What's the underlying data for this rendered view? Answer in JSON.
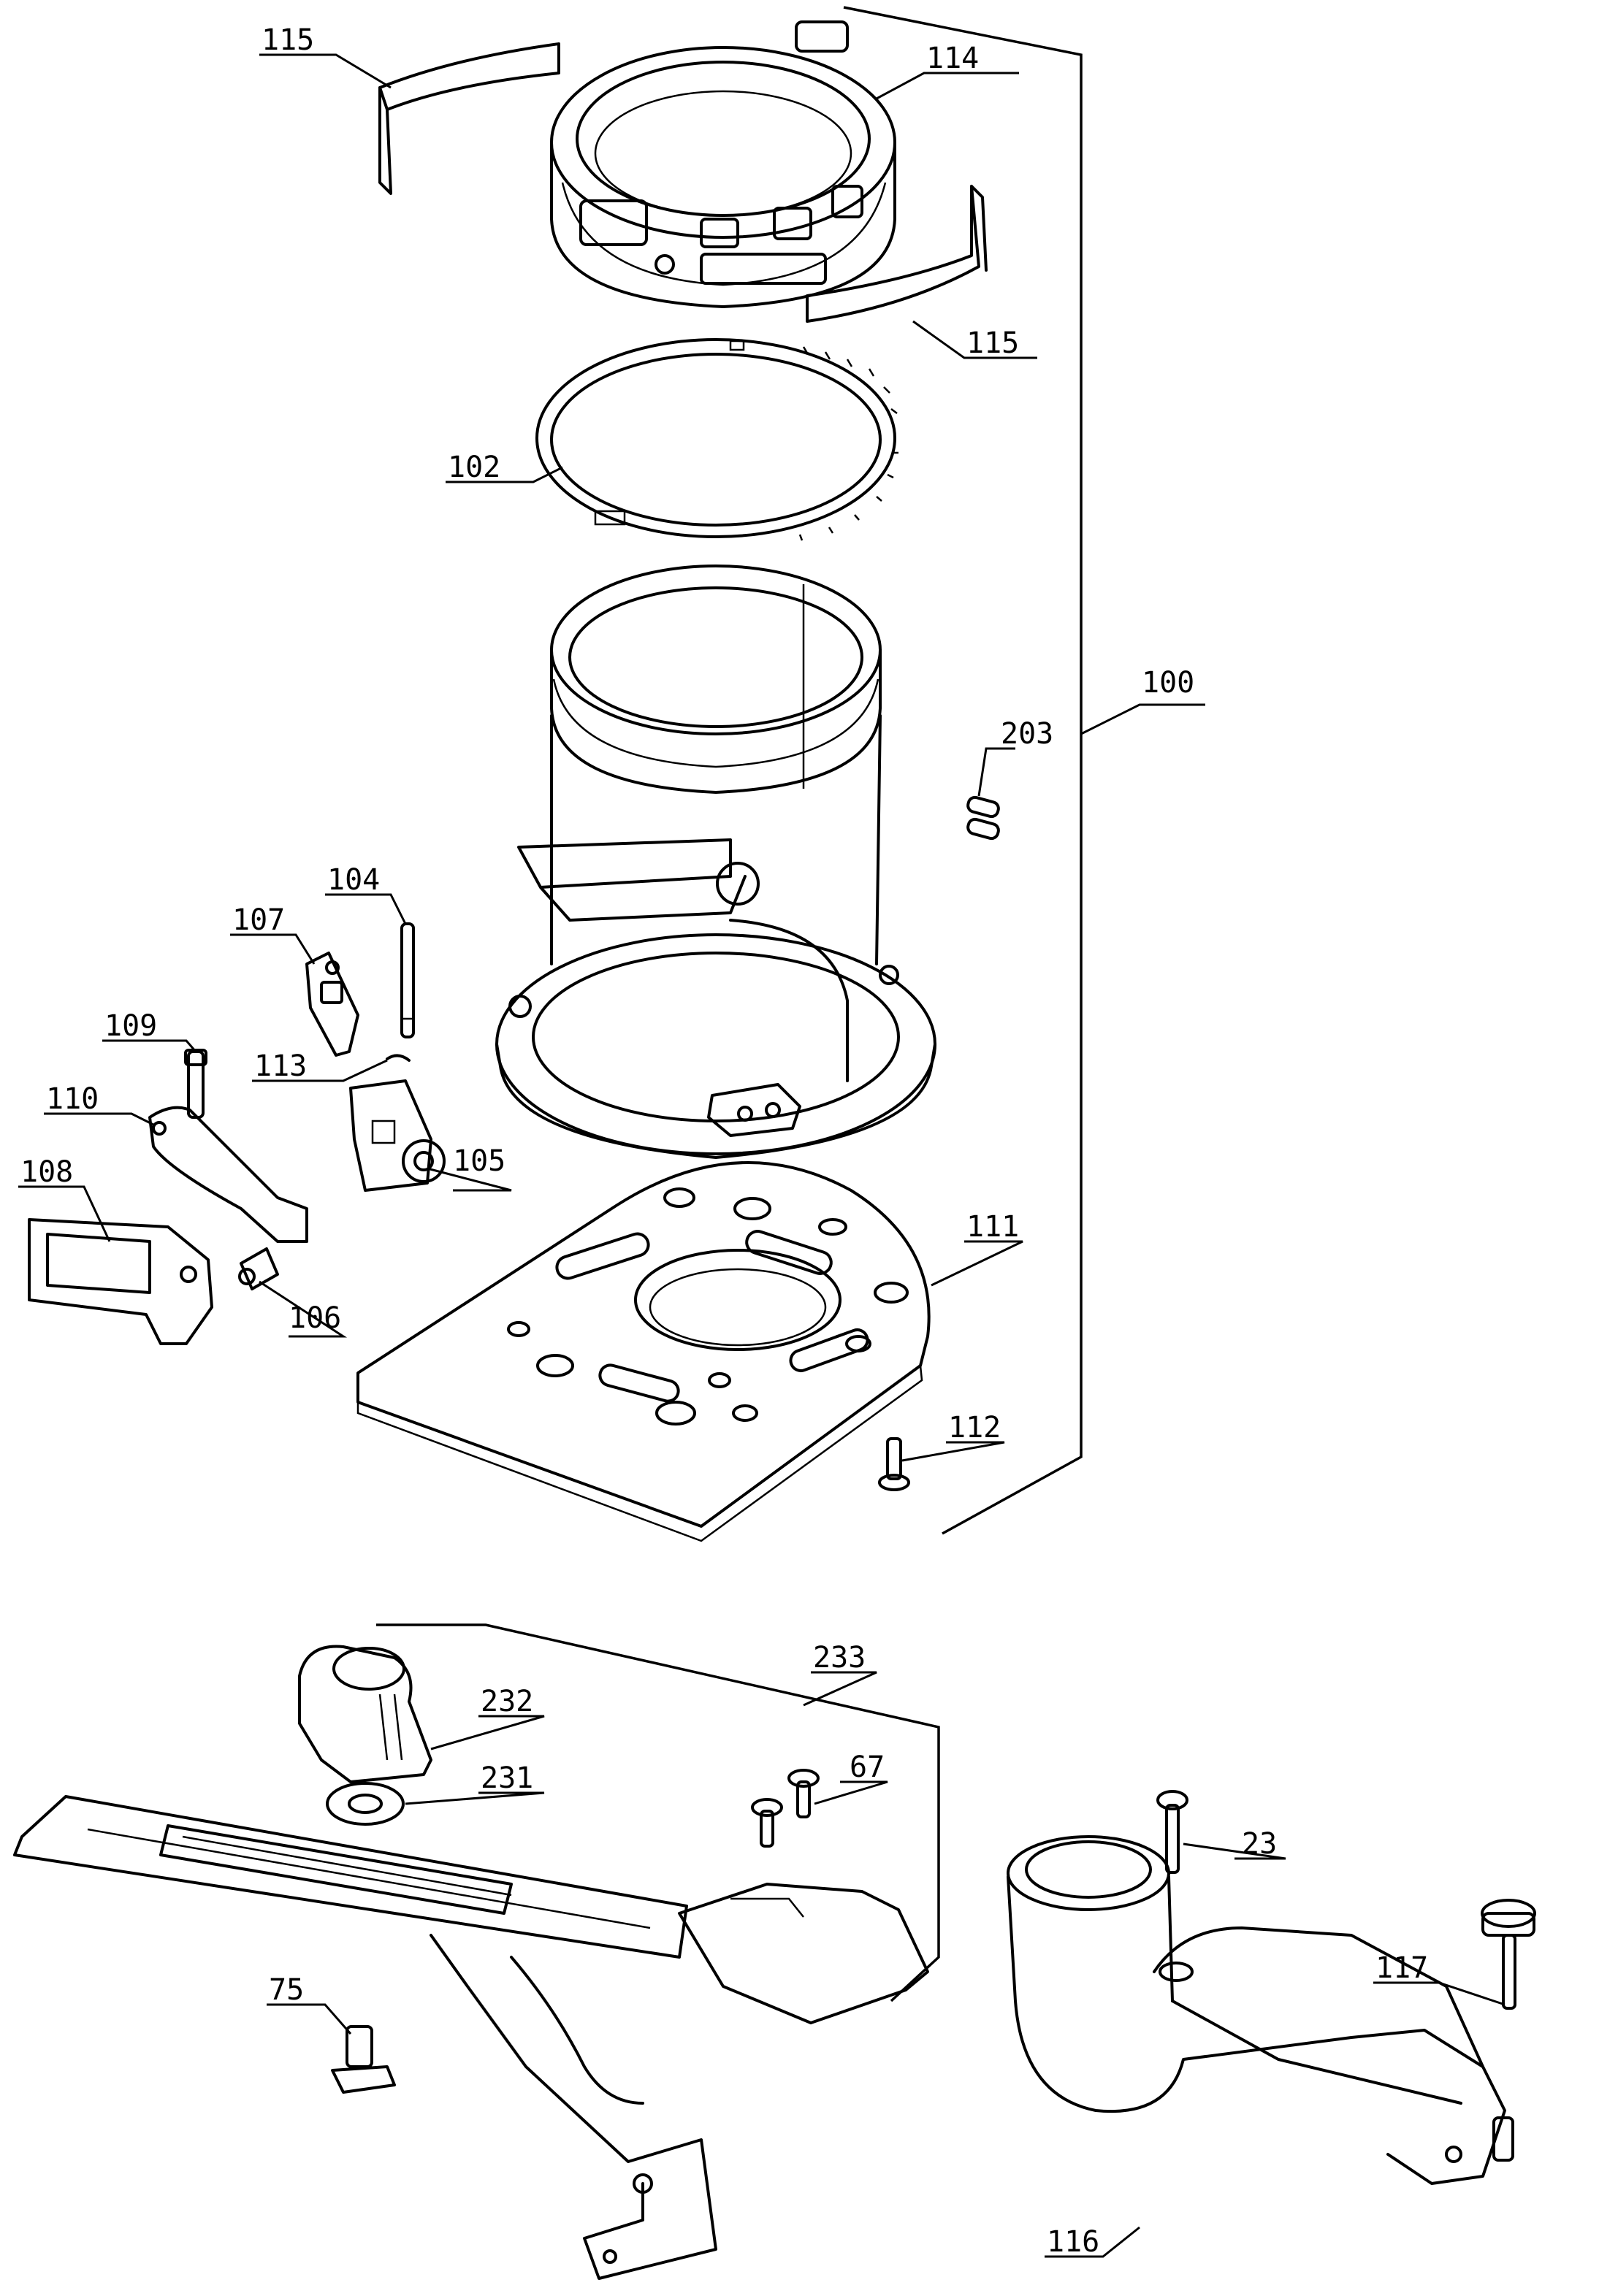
{
  "callouts": {
    "c115a": "115",
    "c114": "114",
    "c115b": "115",
    "c102": "102",
    "c100": "100",
    "c203": "203",
    "c104": "104",
    "c107": "107",
    "c109": "109",
    "c113": "113",
    "c110": "110",
    "c105": "105",
    "c108": "108",
    "c106": "106",
    "c111": "111",
    "c112": "112",
    "c233": "233",
    "c232": "232",
    "c231": "231",
    "c67": "67",
    "c23": "23",
    "c75": "75",
    "c117": "117",
    "c116": "116"
  }
}
